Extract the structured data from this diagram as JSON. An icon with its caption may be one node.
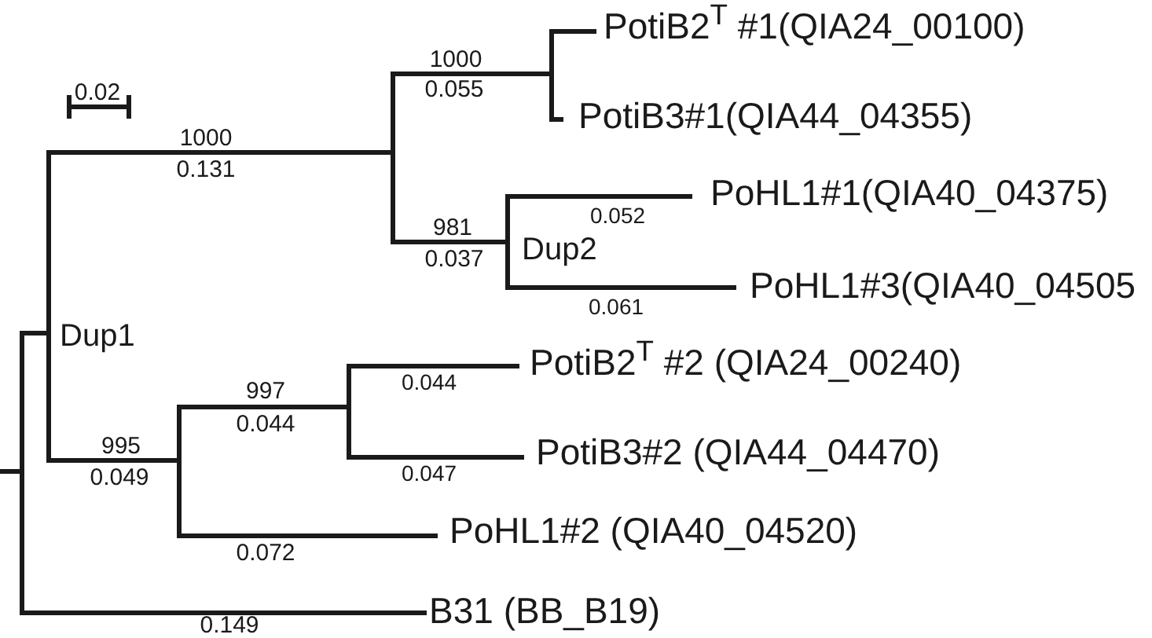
{
  "diagram": {
    "labels": [
      "PotiB2$^{T}$ #1(QIA24_00100)",
      "1000",
      "0.02",
      "0.055",
      "PotiB3#1(QIA44_04355)",
      "1000",
      "0.131",
      "PoHL1#1(QIA40_04375)",
      "0.052",
      "981",
      "Dup2",
      "0.037",
      "PoHL1#3(QIA40_04505",
      "0.061",
      "Dup1",
      "PotiB2$^{T}$ #2 (QIA24_00240)",
      "0.044",
      "997",
      "0.044",
      "995",
      "PotiB3#2 (QIA44_04470)",
      "0.049",
      "0.047",
      "PoHL1#2 (QIA40_04520)",
      "0.072",
      "B31 (BB_B19)",
      "0.149"
    ]
  }
}
